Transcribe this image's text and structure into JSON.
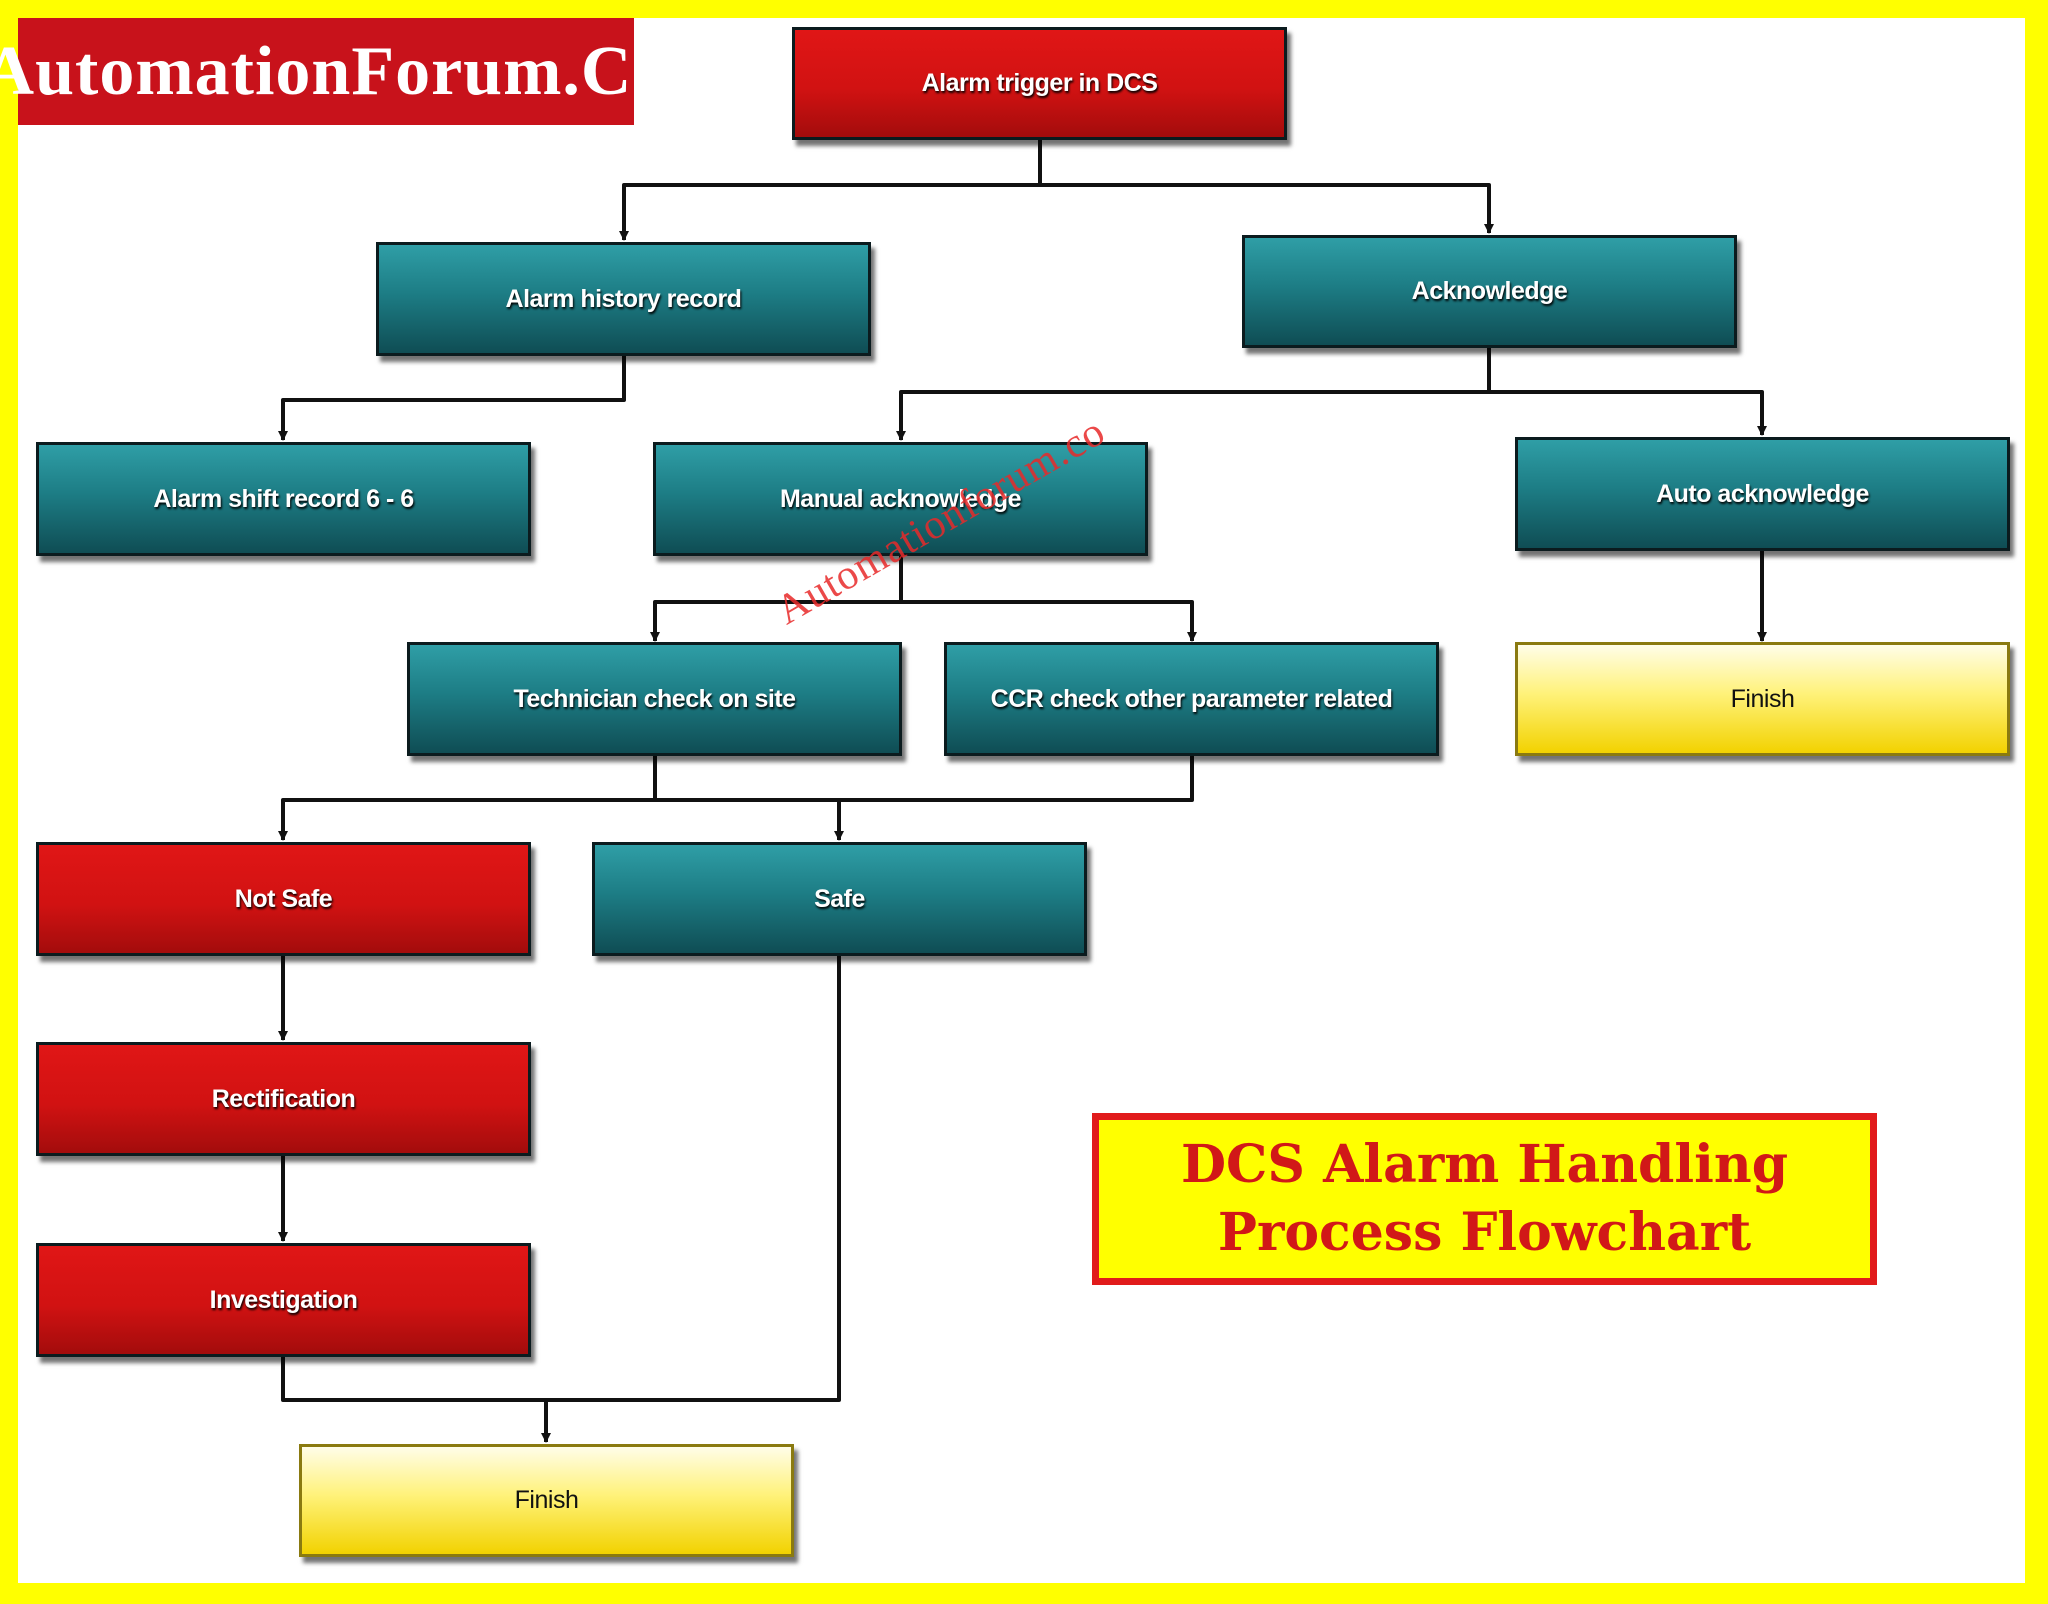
{
  "logo": {
    "text": "AutomationForum.Co"
  },
  "title": {
    "line1": "DCS Alarm Handling",
    "line2": "Process Flowchart"
  },
  "watermark": "Automationforum.co",
  "colors": {
    "frame": "#ffff00",
    "teal": "#1d7d85",
    "red": "#d11212",
    "finish": "#fff27a",
    "title_text": "#d11818"
  },
  "nodes": {
    "alarm_trigger": "Alarm trigger in DCS",
    "alarm_history": "Alarm history record",
    "acknowledge": "Acknowledge",
    "alarm_shift": "Alarm shift record 6 - 6",
    "manual_ack": "Manual acknowledge",
    "auto_ack": "Auto acknowledge",
    "technician": "Technician check on site",
    "ccr_check": "CCR check other parameter related",
    "finish_right": "Finish",
    "not_safe": "Not Safe",
    "safe": "Safe",
    "rectification": "Rectification",
    "investigation": "Investigation",
    "finish_bottom": "Finish"
  },
  "edges": [
    [
      "alarm_trigger",
      "alarm_history"
    ],
    [
      "alarm_trigger",
      "acknowledge"
    ],
    [
      "alarm_history",
      "alarm_shift"
    ],
    [
      "acknowledge",
      "manual_ack"
    ],
    [
      "acknowledge",
      "auto_ack"
    ],
    [
      "manual_ack",
      "technician"
    ],
    [
      "manual_ack",
      "ccr_check"
    ],
    [
      "auto_ack",
      "finish_right"
    ],
    [
      "technician",
      "not_safe"
    ],
    [
      "technician",
      "safe"
    ],
    [
      "ccr_check",
      "safe"
    ],
    [
      "not_safe",
      "rectification"
    ],
    [
      "rectification",
      "investigation"
    ],
    [
      "investigation",
      "finish_bottom"
    ],
    [
      "safe",
      "finish_bottom"
    ]
  ]
}
